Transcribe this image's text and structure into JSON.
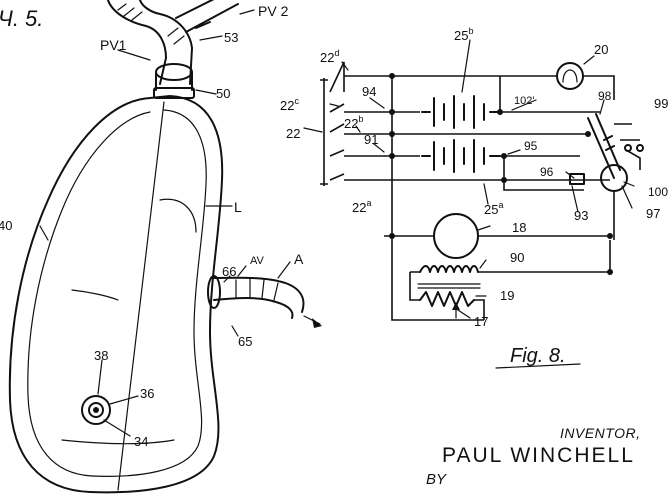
{
  "drawing": {
    "corner_text": "Ч. 5.",
    "figure_label": "Fig. 8.",
    "labels": {
      "pv2": "PV 2",
      "pv1": "PV1",
      "n53": "53",
      "n50": "50",
      "n40": "40",
      "L": "L",
      "n66": "66",
      "AV": "AV",
      "A": "A",
      "n65": "65",
      "n38": "38",
      "n36": "36",
      "n34": "34"
    },
    "circuit_labels": {
      "n22d": "22",
      "n22d_sup": "d",
      "n22c": "22",
      "n22c_sup": "c",
      "n22": "22",
      "n22b": "22",
      "n22b_sup": "b",
      "n22a": "22",
      "n22a_sup": "a",
      "n94": "94",
      "n91": "91",
      "n25b": "25",
      "n25b_sup": "b",
      "n102": "102'",
      "n20": "20",
      "n98": "98",
      "n99": "99",
      "n95": "95",
      "n96": "96",
      "n100": "100",
      "n25a": "25",
      "n25a_sup": "a",
      "n93": "93",
      "n97": "97",
      "n18": "18",
      "n90": "90",
      "n19": "19",
      "n17": "17"
    }
  },
  "inventor": {
    "label": "INVENTOR,",
    "name": "PAUL  WINCHELL",
    "by": "BY"
  }
}
